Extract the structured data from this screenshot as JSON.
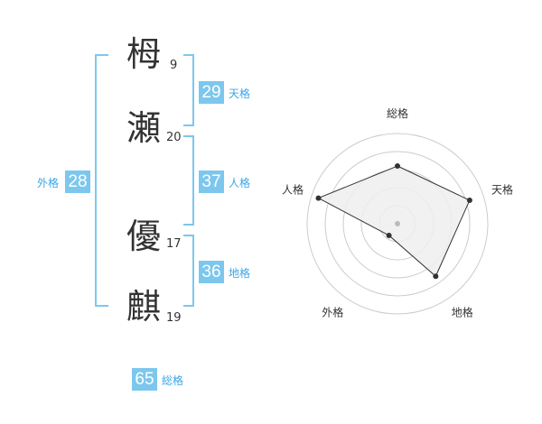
{
  "name": {
    "chars": [
      {
        "char": "栂",
        "strokes": "9"
      },
      {
        "char": "瀬",
        "strokes": "20"
      },
      {
        "char": "優",
        "strokes": "17"
      },
      {
        "char": "麒",
        "strokes": "19"
      }
    ]
  },
  "scores": {
    "tenkaku": {
      "label": "天格",
      "value": "29"
    },
    "jinkaku": {
      "label": "人格",
      "value": "37"
    },
    "chikaku": {
      "label": "地格",
      "value": "36"
    },
    "gaikaku": {
      "label": "外格",
      "value": "28"
    },
    "soukaku": {
      "label": "総格",
      "value": "65"
    }
  },
  "chart_data": {
    "type": "radar",
    "axes": [
      "総格",
      "天格",
      "地格",
      "外格",
      "人格"
    ],
    "values": [
      3.2,
      4.2,
      3.6,
      0.8,
      4.6
    ],
    "range": [
      0,
      5
    ],
    "colors": {
      "fill": "#eeeeee",
      "line": "#333333",
      "grid": "#cccccc",
      "center": "#bbbbbb"
    }
  }
}
